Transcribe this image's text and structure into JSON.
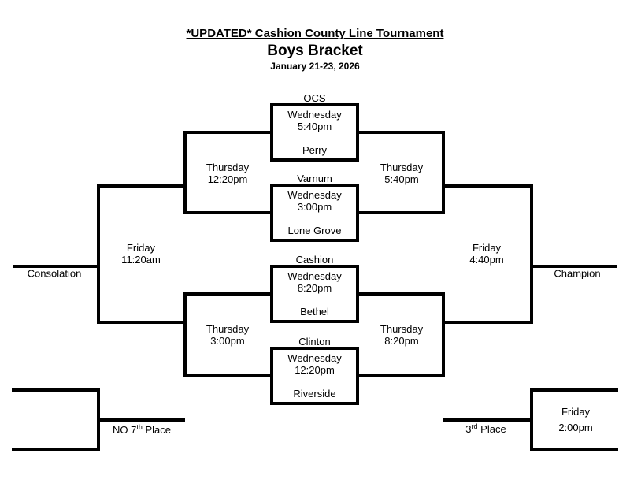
{
  "header": {
    "title": "*UPDATED* Cashion County Line Tournament",
    "subtitle": "Boys Bracket",
    "dates": "January 21-23, 2026"
  },
  "games": {
    "game1": {
      "team_top": "OCS",
      "day": "Wednesday",
      "time": "5:40pm",
      "team_bottom": "Perry"
    },
    "game2": {
      "team_top": "Varnum",
      "day": "Wednesday",
      "time": "3:00pm",
      "team_bottom": "Lone Grove"
    },
    "game3": {
      "team_top": "Cashion",
      "day": "Wednesday",
      "time": "8:20pm",
      "team_bottom": "Bethel"
    },
    "game4": {
      "team_top": "Clinton",
      "day": "Wednesday",
      "time": "12:20pm",
      "team_bottom": "Riverside"
    }
  },
  "rounds": {
    "consolation_semi_top": {
      "day": "Thursday",
      "time": "12:20pm"
    },
    "winners_semi_top": {
      "day": "Thursday",
      "time": "5:40pm"
    },
    "consolation_semi_bottom": {
      "day": "Thursday",
      "time": "3:00pm"
    },
    "winners_semi_bottom": {
      "day": "Thursday",
      "time": "8:20pm"
    },
    "consolation_final": {
      "day": "Friday",
      "time": "11:20am"
    },
    "championship_final": {
      "day": "Friday",
      "time": "4:40pm"
    },
    "third_place_game": {
      "day": "Friday",
      "time": "2:00pm"
    }
  },
  "labels": {
    "consolation": "Consolation",
    "champion": "Champion",
    "no_seventh": {
      "prefix": "NO 7",
      "sup": "th",
      "suffix": " Place"
    },
    "third_place": {
      "prefix": "3",
      "sup": "rd",
      "suffix": " Place"
    }
  },
  "colors": {
    "line": "#000000",
    "background": "#ffffff",
    "text": "#000000"
  }
}
